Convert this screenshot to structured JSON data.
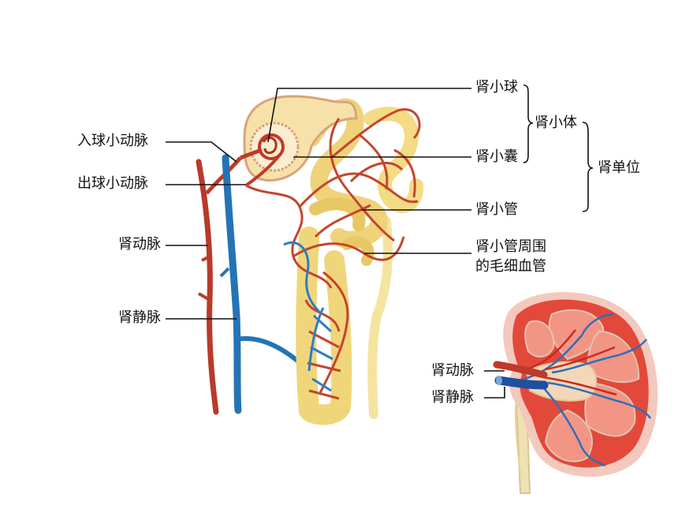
{
  "labels": {
    "afferent_arteriole": "入球小动脉",
    "efferent_arteriole": "出球小动脉",
    "renal_artery_left": "肾动脉",
    "renal_vein_left": "肾静脉",
    "glomerulus": "肾小球",
    "renal_capsule": "肾小囊",
    "renal_corpuscle": "肾小体",
    "nephron": "肾单位",
    "renal_tubule": "肾小管",
    "capillaries_line1": "肾小管周围",
    "capillaries_line2": "的毛细血管",
    "renal_artery_kidney": "肾动脉",
    "renal_vein_kidney": "肾静脉"
  },
  "colors": {
    "artery": "#c0392b",
    "vein": "#1f6fb0",
    "tubule": "#f3dc85",
    "kidney_cortex": "#e25b4b",
    "kidney_pyramid": "#f08a7c",
    "leader_line": "#111111"
  }
}
